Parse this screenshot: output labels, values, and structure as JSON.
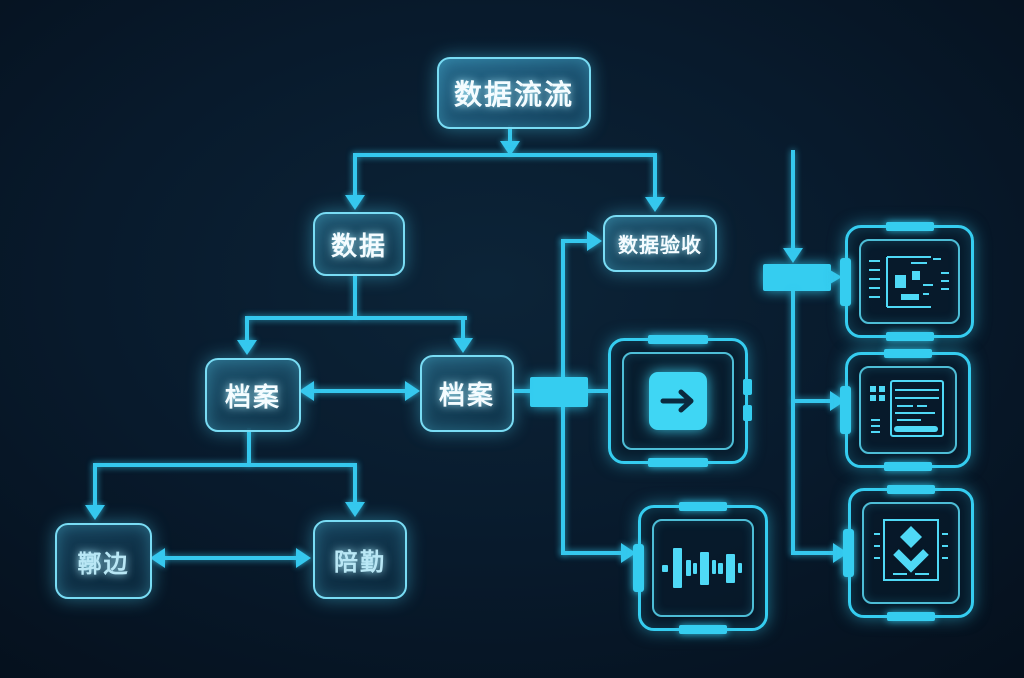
{
  "diagram": {
    "title": "数据流流",
    "nodes": {
      "flow_title": {
        "label": "数据流流"
      },
      "data": {
        "label": "数据"
      },
      "data_check": {
        "label": "数据验收"
      },
      "archive_left": {
        "label": "档案"
      },
      "archive_right": {
        "label": "档案"
      },
      "glitch_left": {
        "label": "鞹边"
      },
      "glitch_right": {
        "label": "陪勤"
      }
    },
    "icon_panels": [
      {
        "name": "arrow-right-panel"
      },
      {
        "name": "equalizer-panel"
      },
      {
        "name": "circuit-board-panel"
      },
      {
        "name": "document-list-panel"
      },
      {
        "name": "diamond-chevron-panel"
      }
    ],
    "edges": [
      {
        "from": "数据流流",
        "to": "数据",
        "type": "arrow"
      },
      {
        "from": "数据流流",
        "to": "数据验收",
        "type": "arrow"
      },
      {
        "from": "数据",
        "to": "档案-left",
        "type": "arrow"
      },
      {
        "from": "数据",
        "to": "档案-right",
        "type": "arrow"
      },
      {
        "from": "档案-left",
        "to": "档案-right",
        "type": "double-arrow"
      },
      {
        "from": "档案-left",
        "to": "鞹边",
        "type": "arrow"
      },
      {
        "from": "档案-left",
        "to": "陪勤",
        "type": "arrow"
      },
      {
        "from": "鞹边",
        "to": "陪勤",
        "type": "double-arrow"
      },
      {
        "from": "档案-right",
        "to": "arrow-right-panel",
        "type": "line-through-junction-block"
      },
      {
        "from": "junction-block",
        "to": "数据验收",
        "type": "arrow"
      },
      {
        "from": "junction-block",
        "to": "equalizer-panel",
        "type": "arrow"
      },
      {
        "from": "top-right-line",
        "to": "connector-block",
        "type": "arrow"
      },
      {
        "from": "connector-block",
        "to": "circuit-board-panel",
        "type": "arrow"
      },
      {
        "from": "connector-block",
        "to": "document-list-panel",
        "type": "arrow"
      },
      {
        "from": "connector-block",
        "to": "diamond-chevron-panel",
        "type": "arrow"
      }
    ],
    "colors": {
      "background": "#040d18",
      "accent": "#35c8ee",
      "node_border": "#79dcf4",
      "node_fill": "#14455f",
      "text": "#f4fcff"
    }
  }
}
